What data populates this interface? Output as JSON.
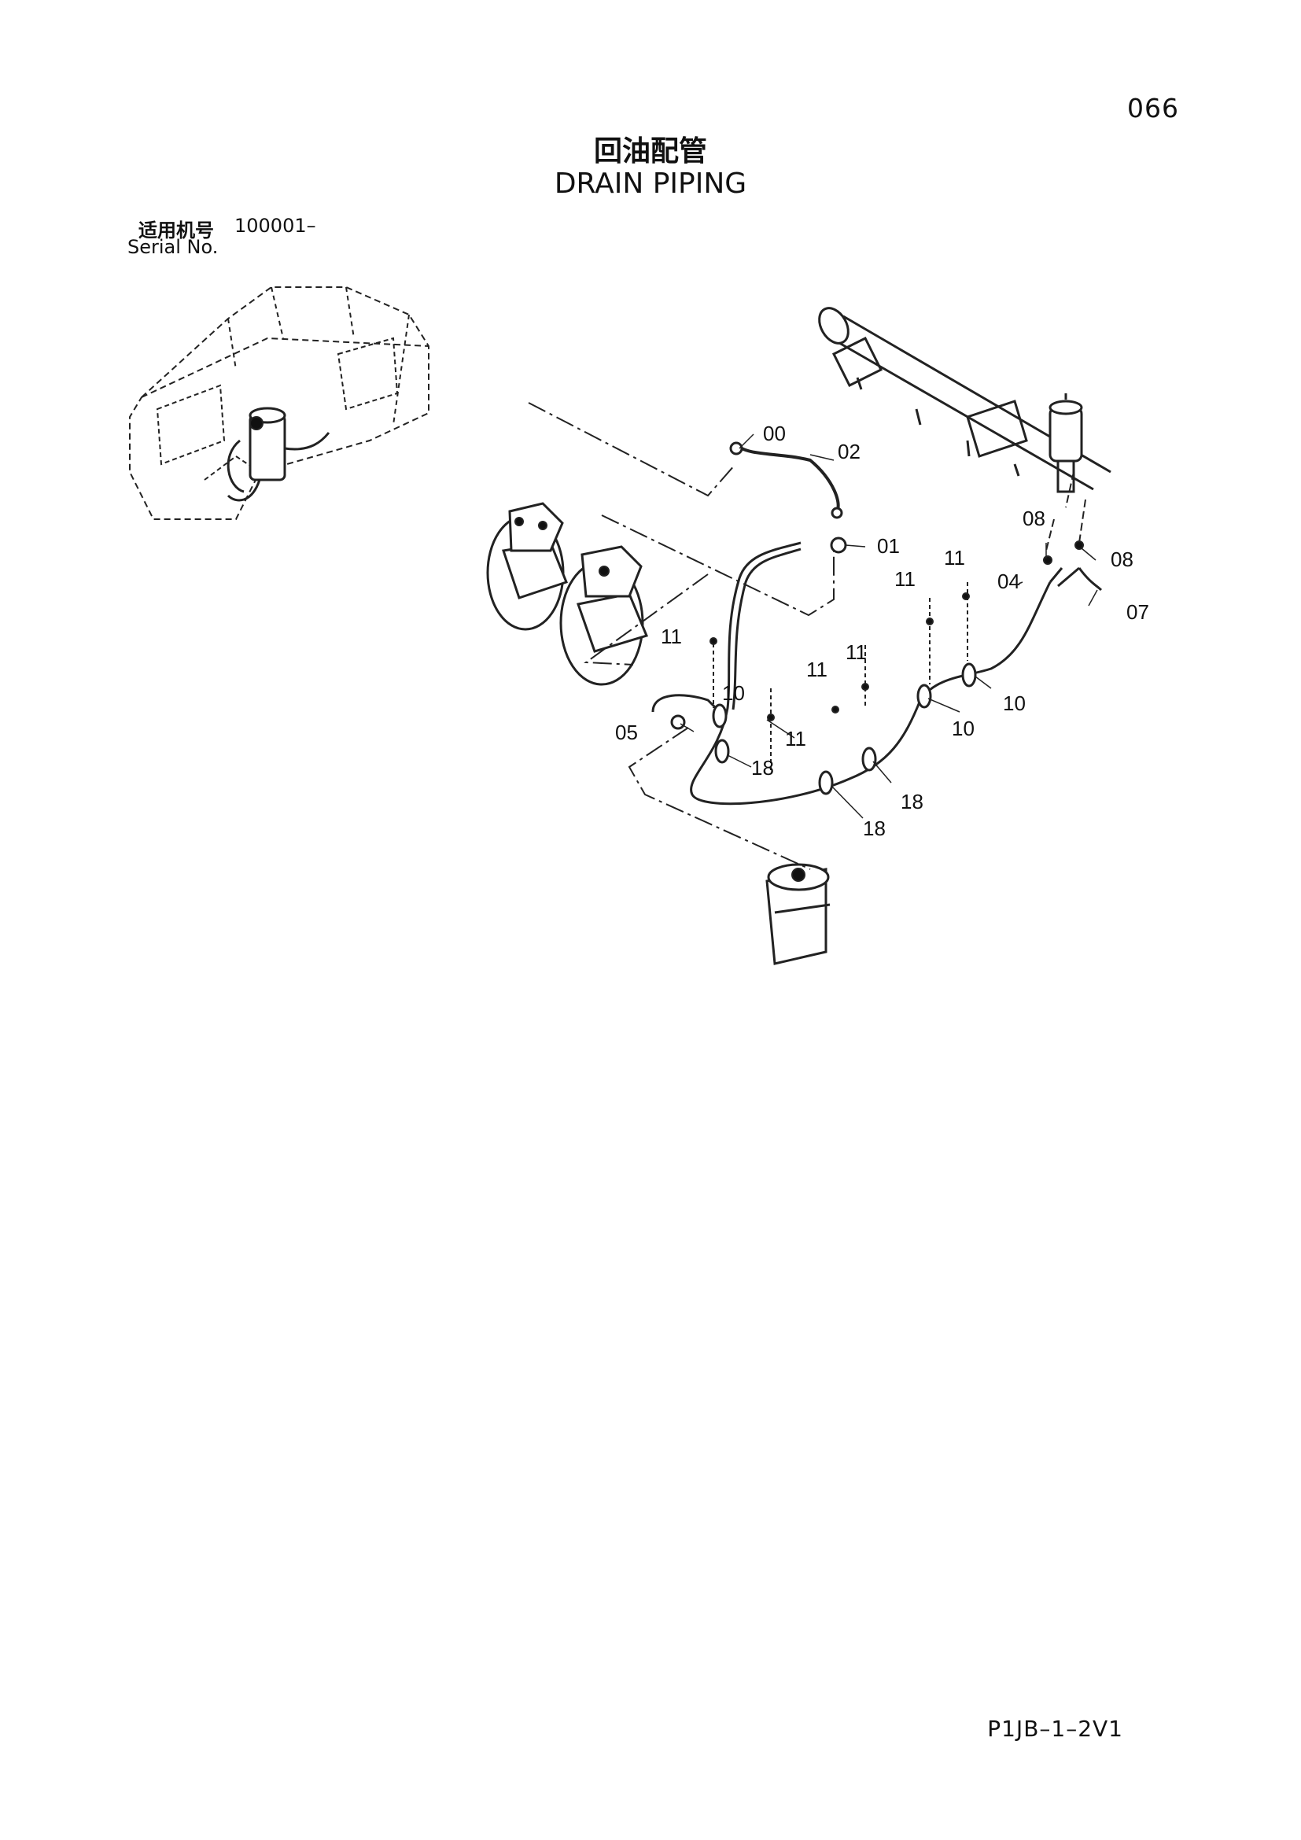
{
  "header": {
    "page_number": "066",
    "title_cn": "回油配管",
    "title_en": "DRAIN PIPING"
  },
  "serial": {
    "label_cn": "适用机号",
    "range": "100001–",
    "label_en": "Serial No."
  },
  "footer": {
    "doc_code": "P1JB–1–2V1"
  },
  "callouts": {
    "c00": "00",
    "c02": "02",
    "c01": "01",
    "c08a": "08",
    "c08b": "08",
    "c11a": "11",
    "c11b": "11",
    "c04": "04",
    "c07": "07",
    "c11c": "11",
    "c11d": "11",
    "c11e": "11",
    "c10a": "10",
    "c10b": "10",
    "c10c": "10",
    "c05": "05",
    "c11f": "11",
    "c18a": "18",
    "c18b": "18",
    "c18c": "18"
  }
}
